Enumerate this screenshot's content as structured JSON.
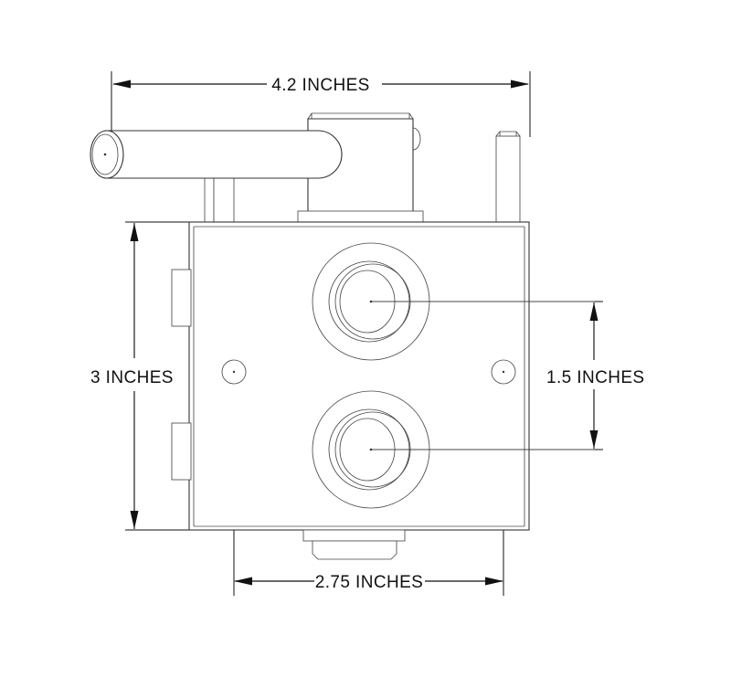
{
  "drawing": {
    "title": "Hydraulic Valve Body Dimensioned Orthographic Drawing",
    "background_color": "#ffffff",
    "line_color": "#333333",
    "dimension_color": "#111111",
    "units": "INCHES",
    "view": "front-elevation"
  },
  "dimensions": {
    "overall_width": {
      "label": "4.2 INCHES",
      "value": 4.2,
      "unit": "INCHES",
      "orientation": "horizontal",
      "position": "top"
    },
    "overall_height": {
      "label": "3 INCHES",
      "value": 3,
      "unit": "INCHES",
      "orientation": "vertical",
      "position": "left"
    },
    "port_spacing": {
      "label": "1.5 INCHES",
      "value": 1.5,
      "unit": "INCHES",
      "orientation": "vertical",
      "position": "right"
    },
    "hole_spacing": {
      "label": "2.75 INCHES",
      "value": 2.75,
      "unit": "INCHES",
      "orientation": "horizontal",
      "position": "bottom"
    }
  },
  "features": {
    "body": {
      "name": "valve-body",
      "shape": "rectangle"
    },
    "handle": {
      "name": "lever-handle",
      "shape": "cylinder"
    },
    "boss": {
      "name": "actuator-boss",
      "shape": "block"
    },
    "pin": {
      "name": "alignment-pin",
      "shape": "pin"
    },
    "upper_port": {
      "name": "upper-port",
      "shape": "concentric-circles"
    },
    "lower_port": {
      "name": "lower-port",
      "shape": "concentric-circles"
    },
    "left_mount_hole": {
      "name": "left-mounting-hole",
      "shape": "circle"
    },
    "right_mount_hole": {
      "name": "right-mounting-hole",
      "shape": "circle"
    },
    "side_tab_upper": {
      "name": "upper-side-tab",
      "shape": "rectangle"
    },
    "side_tab_lower": {
      "name": "lower-side-tab",
      "shape": "rectangle"
    },
    "bottom_stub": {
      "name": "bottom-drain-stub",
      "shape": "block"
    },
    "stem": {
      "name": "handle-stem",
      "shape": "post"
    }
  }
}
